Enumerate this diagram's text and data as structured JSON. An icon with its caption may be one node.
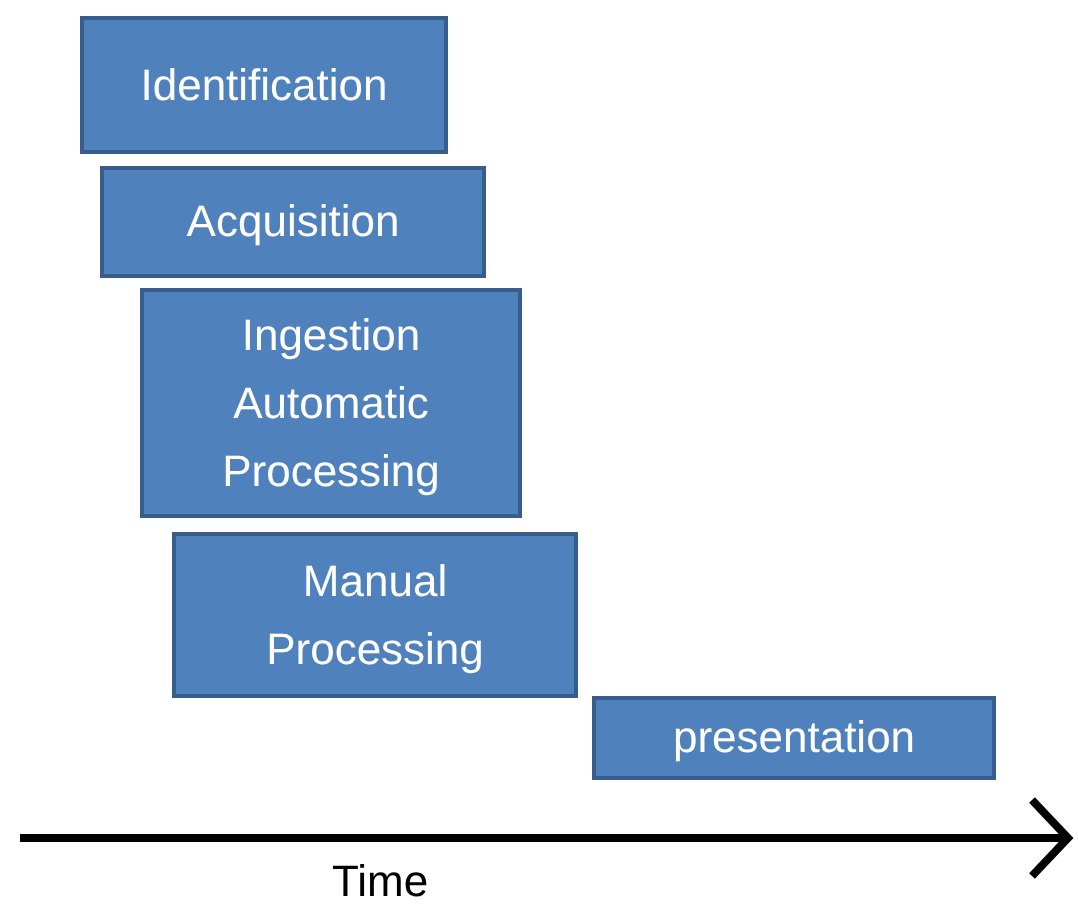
{
  "diagram": {
    "nodes": [
      {
        "text": [
          "Identification"
        ]
      },
      {
        "text": [
          "Acquisition"
        ]
      },
      {
        "text": [
          "Ingestion Automatic Processing"
        ]
      },
      {
        "text": [
          "Manual Processing"
        ]
      },
      {
        "text": [
          "presentation"
        ]
      }
    ],
    "labels": [
      "Time"
    ]
  }
}
